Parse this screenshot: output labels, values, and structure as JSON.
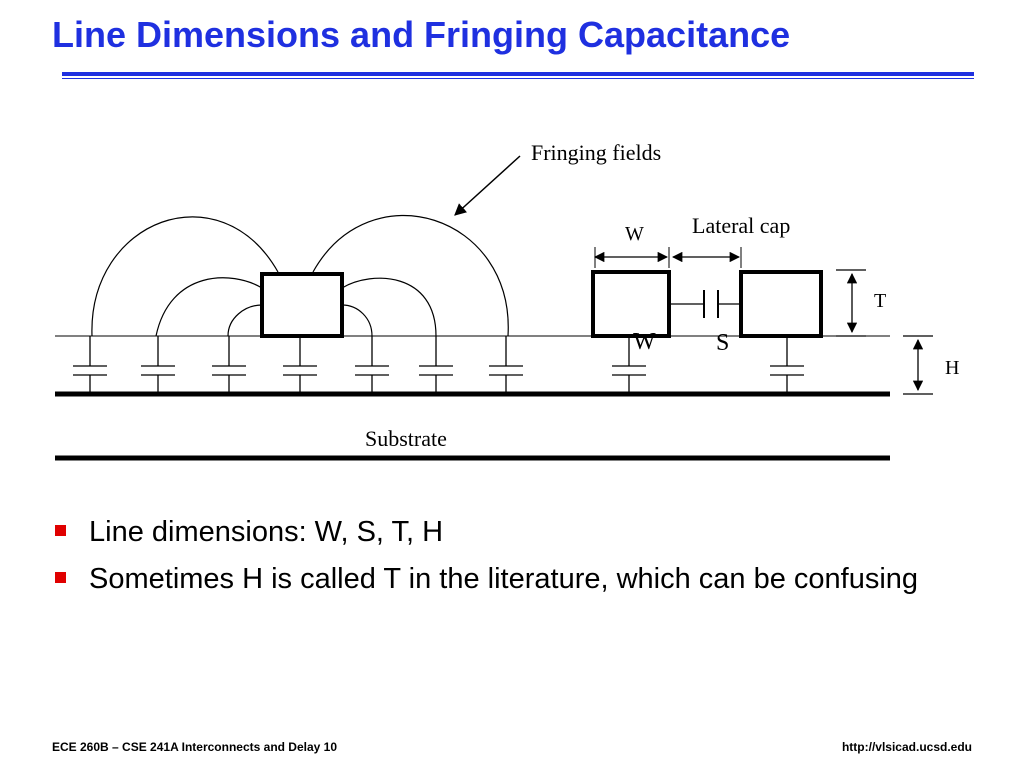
{
  "title": "Line Dimensions and Fringing Capacitance",
  "diagram": {
    "labels": {
      "fringing_fields": "Fringing fields",
      "lateral_cap": "Lateral cap",
      "w_top": "W",
      "w_bottom": "W",
      "s": "S",
      "t": "T",
      "h": "H",
      "substrate": "Substrate"
    }
  },
  "bullets": [
    "Line dimensions:  W, S, T, H",
    "Sometimes H is called T in the literature, which can be confusing"
  ],
  "footer": {
    "left": "ECE 260B – CSE 241A Interconnects and Delay 10",
    "right": "http://vlsicad.ucsd.edu"
  },
  "colors": {
    "title": "#1f30e0",
    "bullet": "#e00000"
  }
}
